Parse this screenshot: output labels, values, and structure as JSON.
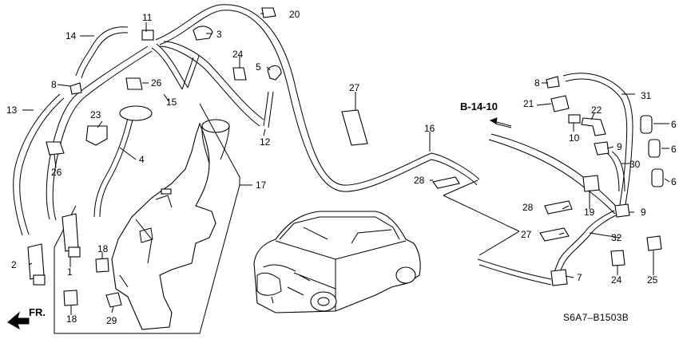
{
  "diagram": {
    "code": "S6A7–B1503B",
    "ref_label": "B-14-10",
    "fr_label": "FR.",
    "callouts": {
      "c1": "1",
      "c2": "2",
      "c3": "3",
      "c4": "4",
      "c5": "5",
      "c6a": "6",
      "c6b": "6",
      "c6c": "6",
      "c7": "7",
      "c8a": "8",
      "c8b": "8",
      "c9a": "9",
      "c9b": "9",
      "c10": "10",
      "c11": "11",
      "c12": "12",
      "c13": "13",
      "c14": "14",
      "c15": "15",
      "c16": "16",
      "c17": "17",
      "c18a": "18",
      "c18b": "18",
      "c19": "19",
      "c20": "20",
      "c21": "21",
      "c22": "22",
      "c23": "23",
      "c24a": "24",
      "c24b": "24",
      "c25": "25",
      "c26a": "26",
      "c26b": "26",
      "c27a": "27",
      "c27b": "27",
      "c28a": "28",
      "c28b": "28",
      "c29": "29",
      "c30": "30",
      "c31": "31",
      "c32": "32"
    }
  }
}
